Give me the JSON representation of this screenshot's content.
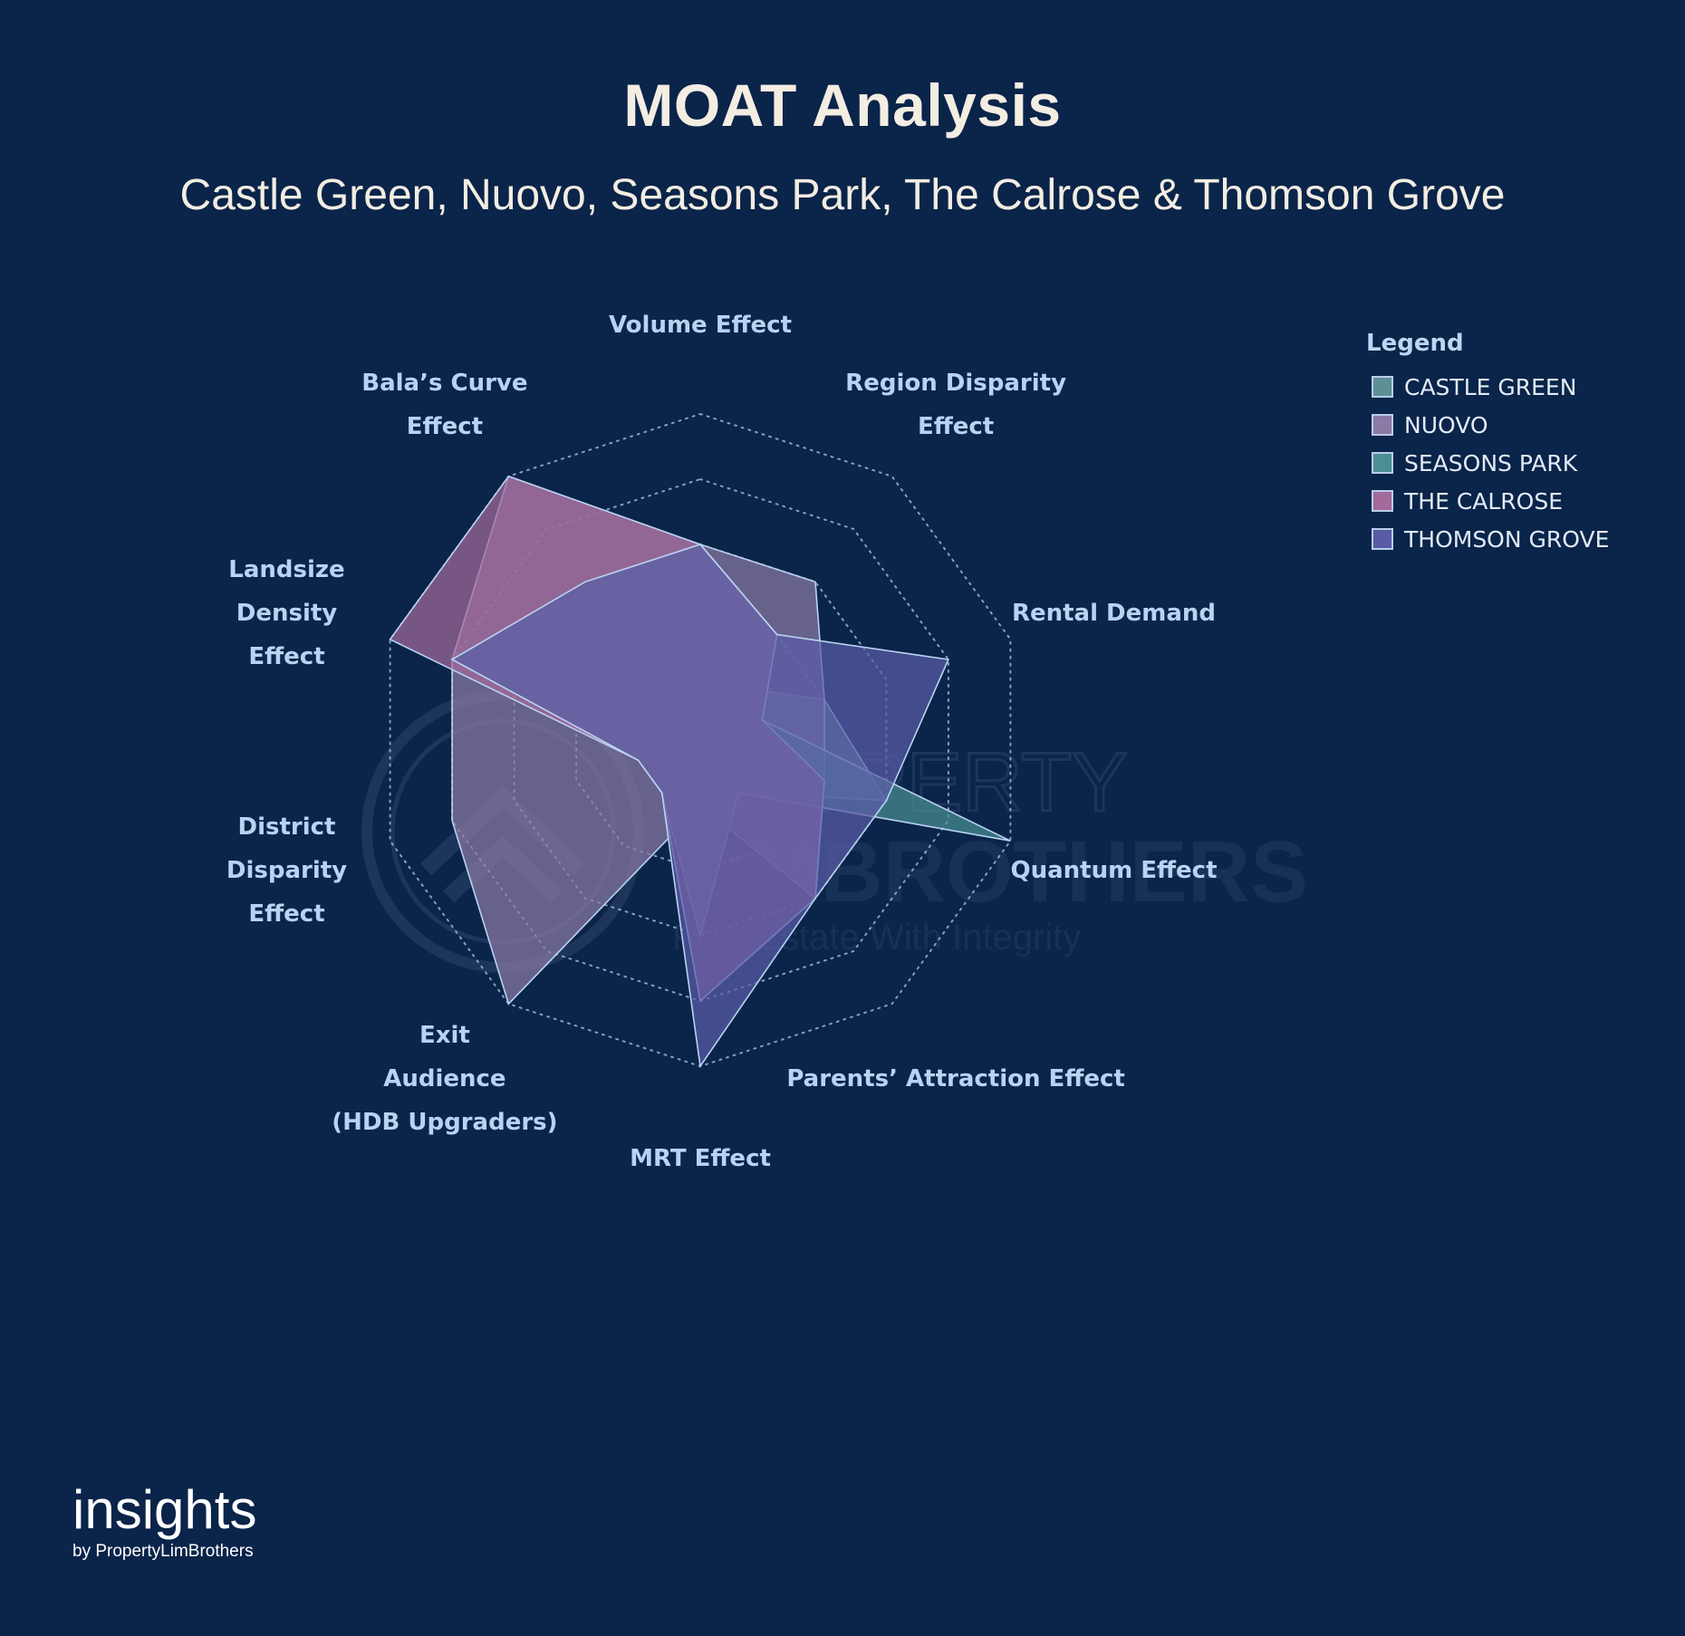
{
  "chart_data": {
    "type": "radar",
    "title": "MOAT Analysis",
    "subtitle": "Castle Green, Nuovo, Seasons Park, The Calrose & Thomson Grove",
    "axes": [
      "Volume Effect",
      "Region Disparity Effect",
      "Rental Demand",
      "Quantum Effect",
      "Parents’ Attraction Effect",
      "MRT Effect",
      "Exit Audience (HDB Upgraders)",
      "District Disparity Effect",
      "Landsize Density Effect",
      "Bala’s Curve Effect"
    ],
    "axis_label_lines": [
      [
        "Volume Effect"
      ],
      [
        "Region Disparity",
        "Effect"
      ],
      [
        "Rental Demand"
      ],
      [
        "Quantum Effect"
      ],
      [
        "Parents’ Attraction Effect"
      ],
      [
        "MRT Effect"
      ],
      [
        "Exit",
        "Audience",
        "(HDB Upgraders)"
      ],
      [
        "District",
        "Disparity",
        "Effect"
      ],
      [
        "Landsize",
        "Density",
        "Effect"
      ],
      [
        "Bala’s Curve",
        "Effect"
      ]
    ],
    "scale_max": 5,
    "grid_levels": 5,
    "series": [
      {
        "name": "CASTLE GREEN",
        "color": "#5d9096",
        "values": [
          3,
          1,
          2,
          3,
          1,
          3,
          1,
          1,
          4,
          2
        ]
      },
      {
        "name": "NUOVO",
        "color": "#8a7aa6",
        "values": [
          3,
          3,
          2,
          2,
          3,
          1,
          5,
          4,
          4,
          5
        ]
      },
      {
        "name": "SEASONS PARK",
        "color": "#4a8f93",
        "values": [
          3,
          2,
          1,
          5,
          1,
          3,
          1,
          1,
          4,
          3
        ]
      },
      {
        "name": "THE CALROSE",
        "color": "#a46a9a",
        "values": [
          3,
          2,
          1,
          2,
          3,
          4,
          1,
          1,
          5,
          5
        ]
      },
      {
        "name": "THOMSON GROVE",
        "color": "#5a5ba6",
        "values": [
          3,
          2,
          4,
          3,
          3,
          5,
          1,
          1,
          4,
          3
        ]
      }
    ],
    "legend_title": "Legend",
    "legend_position": "top-right",
    "grid": "dotted decagons"
  },
  "watermark": {
    "line1": "PROPERTY",
    "line2": "LIMBROTHERS",
    "line3": "Real Estate With Integrity"
  },
  "brand": {
    "name": "insights",
    "byline": "by PropertyLimBrothers"
  }
}
